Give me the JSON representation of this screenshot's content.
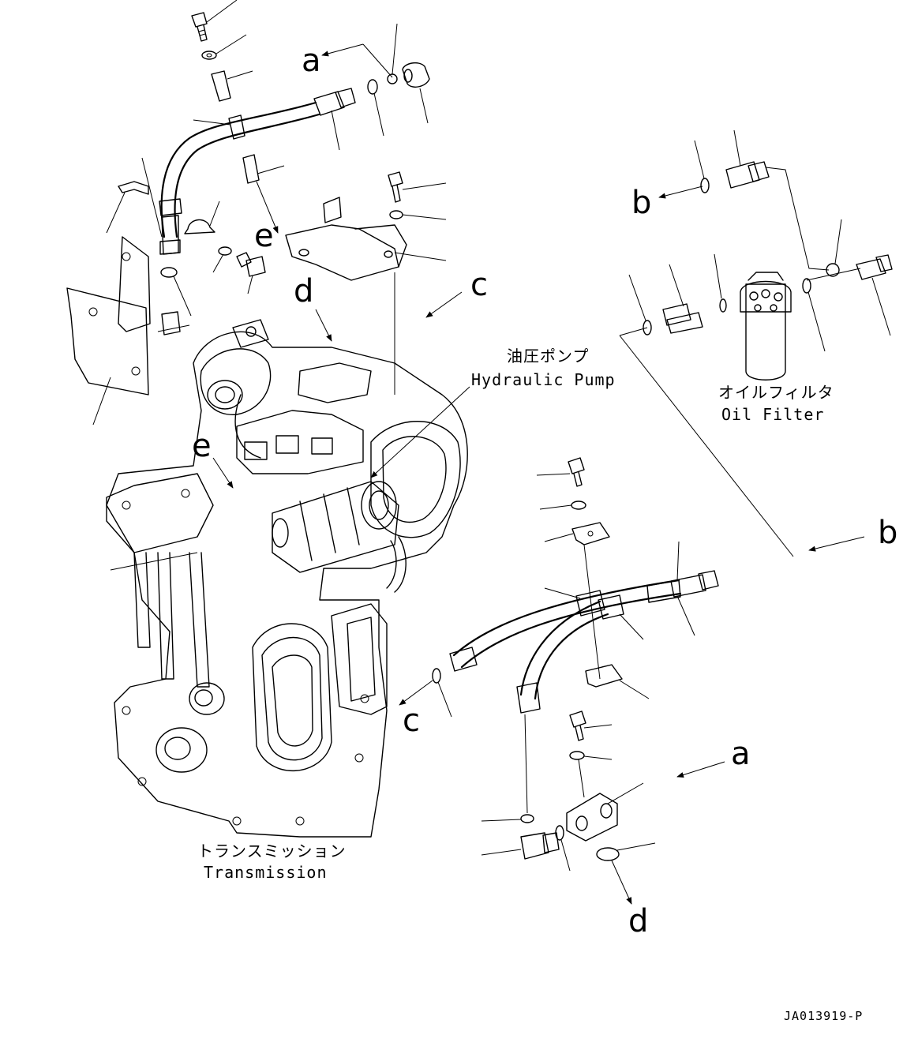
{
  "labels": {
    "hydraulic_pump_jp": "油圧ポンプ",
    "hydraulic_pump_en": "Hydraulic Pump",
    "oil_filter_jp": "オイルフィルタ",
    "oil_filter_en": "Oil Filter",
    "transmission_jp": "トランスミッション",
    "transmission_en": "Transmission"
  },
  "reference_letters": {
    "a": "a",
    "b": "b",
    "c": "c",
    "d": "d",
    "e": "e"
  },
  "drawing_code": "JA013919-P"
}
